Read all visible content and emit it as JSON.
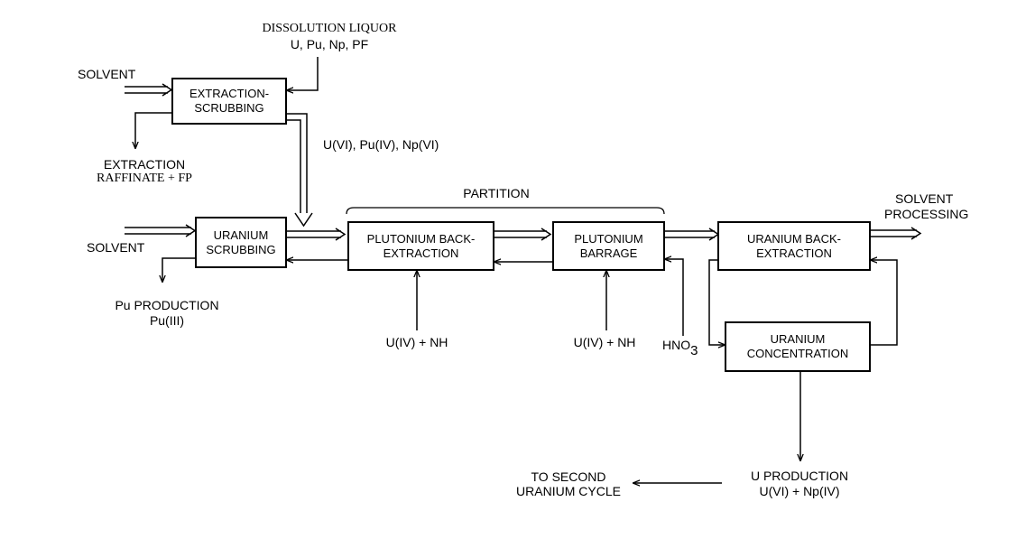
{
  "inputs": {
    "dissolution_liquor": "DISSOLUTION LIQUOR",
    "dissolution_species": "U, Pu, Np, PF",
    "solvent_top": "SOLVENT",
    "solvent_mid": "SOLVENT"
  },
  "boxes": {
    "extraction_scrubbing": [
      "EXTRACTION-",
      "SCRUBBING"
    ],
    "uranium_scrubbing": [
      "URANIUM",
      "SCRUBBING"
    ],
    "plutonium_back_extraction": [
      "PLUTONIUM BACK-",
      "EXTRACTION"
    ],
    "plutonium_barrage": [
      "PLUTONIUM",
      "BARRAGE"
    ],
    "uranium_back_extraction": [
      "URANIUM BACK-",
      "EXTRACTION"
    ],
    "uranium_concentration": [
      "URANIUM",
      "CONCENTRATION"
    ]
  },
  "labels": {
    "extraction_raffinate": "EXTRACTION",
    "raffinate_fp": "RAFFINATE + FP",
    "stream_species": "U(VI), Pu(IV), Np(VI)",
    "partition": "PARTITION",
    "pu_production": "Pu PRODUCTION",
    "pu_iii": "Pu(III)",
    "reagent_1": "U(IV) + NH",
    "reagent_2": "U(IV) + NH",
    "hno3_main": "HNO",
    "hno3_sub": "3",
    "solvent_processing_1": "SOLVENT",
    "solvent_processing_2": "PROCESSING",
    "u_production": "U PRODUCTION",
    "u_production_species": "U(VI) + Np(IV)",
    "to_second_1": "TO SECOND",
    "to_second_2": "URANIUM CYCLE"
  }
}
